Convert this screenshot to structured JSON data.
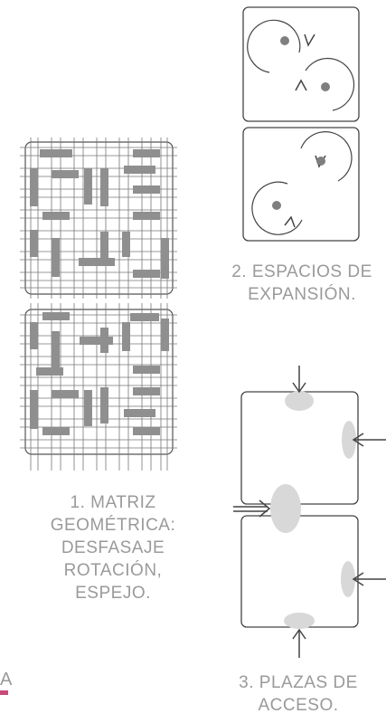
{
  "captions": {
    "matrix": [
      "1. MATRIZ",
      "GEOMÉTRICA:",
      "DESFASAJE",
      "ROTACIÓN,",
      "ESPEJO."
    ],
    "expansion": [
      "2. ESPACIOS DE",
      "EXPANSIÓN."
    ],
    "access": [
      "3. PLAZAS DE",
      "ACCESO."
    ]
  },
  "edge_fragment": {
    "text": "A",
    "accent": "#c9497a"
  },
  "colors": {
    "line": "#555555",
    "fill": "#8f8f8f",
    "plaza": "#d8d8d8",
    "dot": "#7f7f7f",
    "text": "#9a9a9a"
  }
}
